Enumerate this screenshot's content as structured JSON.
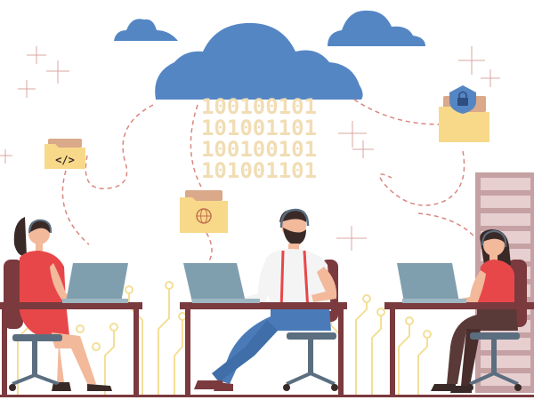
{
  "binary": {
    "lines": [
      "100100101",
      "101001101",
      "100100101",
      "101001101"
    ],
    "color": "#f1ddb4"
  },
  "icons": {
    "code_folder_label": "</>",
    "cloud": "cloud-icon",
    "code_folder": "code-folder-icon",
    "web_folder": "globe-folder-icon",
    "lock_folder": "lock-folder-icon",
    "server": "server-rack-icon"
  },
  "people": [
    {
      "name": "operator-left",
      "role": "support-agent",
      "outfit": "red-dress"
    },
    {
      "name": "operator-center",
      "role": "support-agent",
      "outfit": "white-shirt-suspenders"
    },
    {
      "name": "operator-right",
      "role": "support-agent",
      "outfit": "red-top"
    }
  ],
  "colors": {
    "cloud": "#5586c4",
    "red": "#e8474a",
    "desk": "#7a3a3e",
    "laptop": "#7f9fae",
    "circuit": "#f3df97",
    "folder": "#f8d98a",
    "chair": "#5b6e80",
    "server": "#c5a1a4",
    "dash": "#d9877f",
    "sparkle": "#d9a7a0",
    "jeans": "#4a7bb8",
    "hair": "#3a2a27"
  }
}
